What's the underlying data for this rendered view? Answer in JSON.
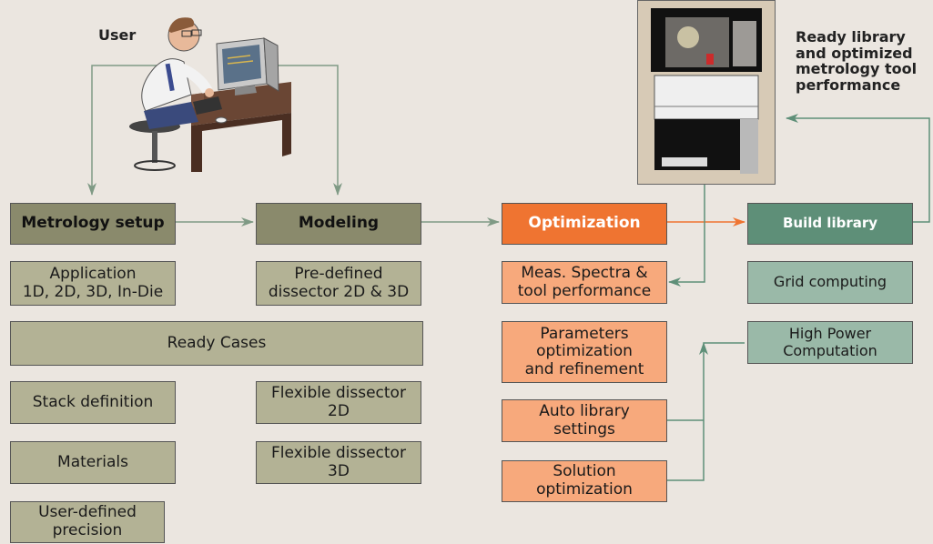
{
  "labels": {
    "user": "User",
    "ready_library": "Ready library\nand optimized\nmetrology tool\nperformance"
  },
  "metrology": {
    "header": "Metrology setup",
    "application": "Application\n1D, 2D, 3D, In-Die",
    "stack": "Stack definition",
    "materials": "Materials",
    "precision": "User-defined\nprecision"
  },
  "modeling": {
    "header": "Modeling",
    "predefined": "Pre-defined\ndissector 2D & 3D",
    "flex2d": "Flexible dissector\n2D",
    "flex3d": "Flexible dissector\n3D"
  },
  "ready_cases": "Ready Cases",
  "optimization": {
    "header": "Optimization",
    "spectra": "Meas. Spectra &\ntool performance",
    "params": "Parameters\noptimization\nand refinement",
    "auto": "Auto library\nsettings",
    "solution": "Solution\noptimization"
  },
  "library": {
    "header": "Build library",
    "grid": "Grid computing",
    "hpc": "High Power\nComputation"
  },
  "colors": {
    "olive_dark": "#8a8a6c",
    "olive_light": "#b3b295",
    "orange_dark": "#ef7431",
    "orange_light": "#f7a97c",
    "green_dark": "#5e8f78",
    "green_light": "#9ab9a8"
  }
}
